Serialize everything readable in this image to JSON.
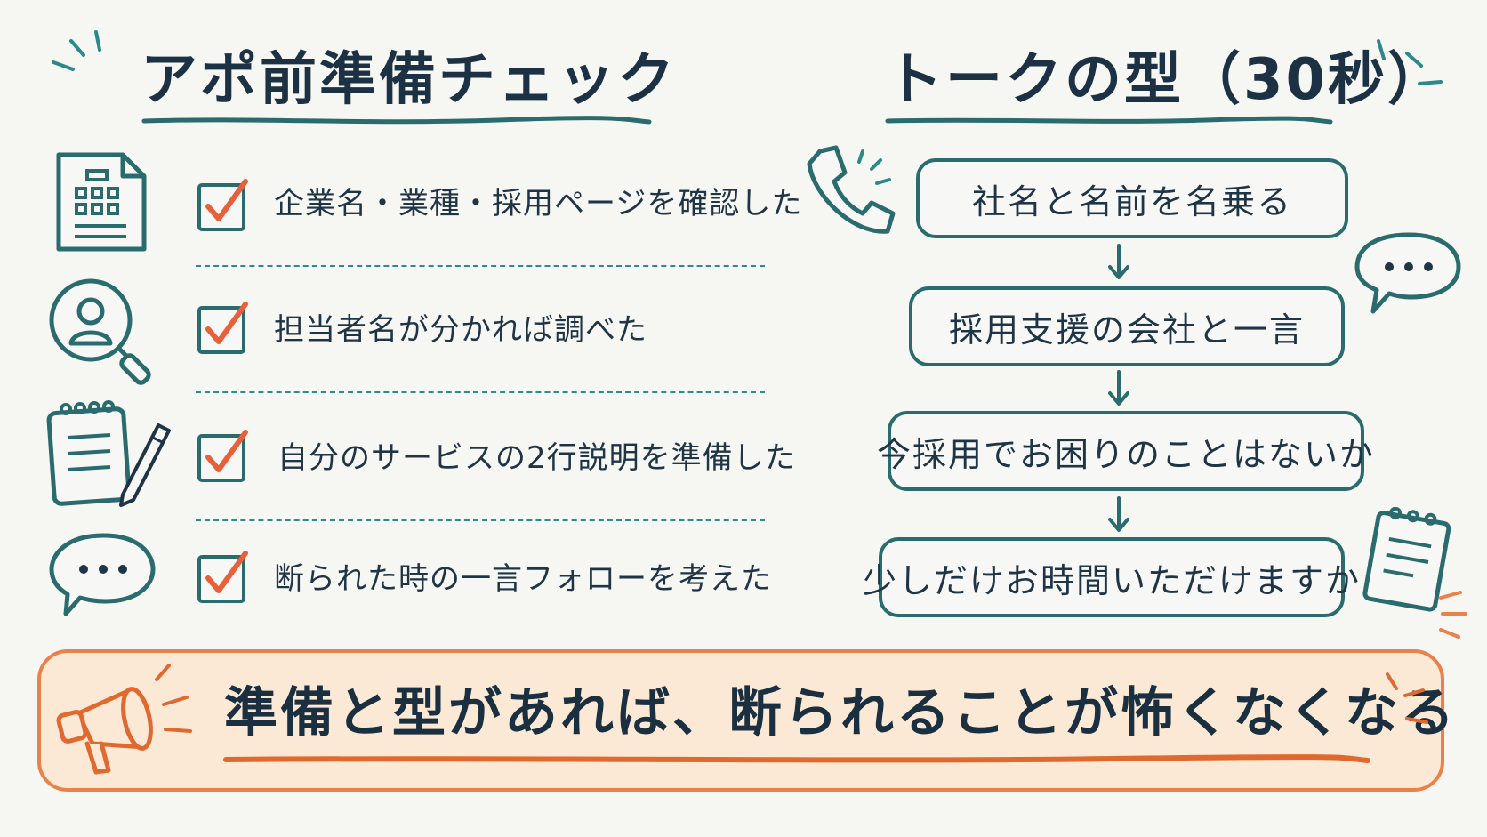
{
  "left": {
    "title": "アポ前準備チェック",
    "items": [
      {
        "label": "企業名・業種・採用ページを確認した",
        "icon": "building-icon"
      },
      {
        "label": "担当者名が分かれば調べた",
        "icon": "person-search-icon"
      },
      {
        "label": "自分のサービスの2行説明を準備した",
        "icon": "notepad-pencil-icon"
      },
      {
        "label": "断られた時の一言フォローを考えた",
        "icon": "speech-bubble-icon"
      }
    ]
  },
  "right": {
    "title": "トークの型（30秒）",
    "steps": [
      {
        "label": "社名と名前を名乗る"
      },
      {
        "label": "採用支援の会社と一言"
      },
      {
        "label": "今採用でお困りのことはないか"
      },
      {
        "label": "少しだけお時間いただけますか"
      }
    ],
    "icons": [
      "phone-icon",
      "speech-bubble-icon",
      "notepad-icon"
    ]
  },
  "banner": {
    "text": "準備と型があれば、断られることが怖くなくなる",
    "icon": "megaphone-icon"
  },
  "colors": {
    "background": "#f6f6f3",
    "teal": "#2a6b6e",
    "orange": "#e9824a",
    "banner_fill": "#fbe9d6",
    "check": "#e8603a",
    "text": "#1f3444"
  }
}
